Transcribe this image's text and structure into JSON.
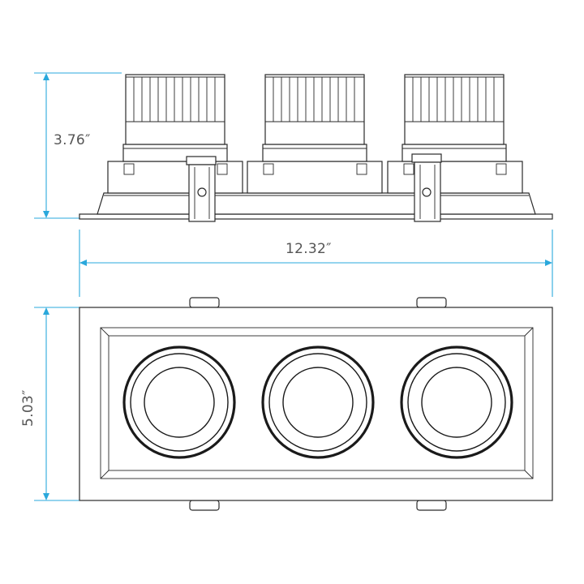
{
  "dimensions": {
    "height": "3.76″",
    "width": "12.32″",
    "depth": "5.03″"
  },
  "colors": {
    "dimension_line": "#2aa8dc",
    "outline": "#2a2a2a",
    "label": "#555555"
  }
}
